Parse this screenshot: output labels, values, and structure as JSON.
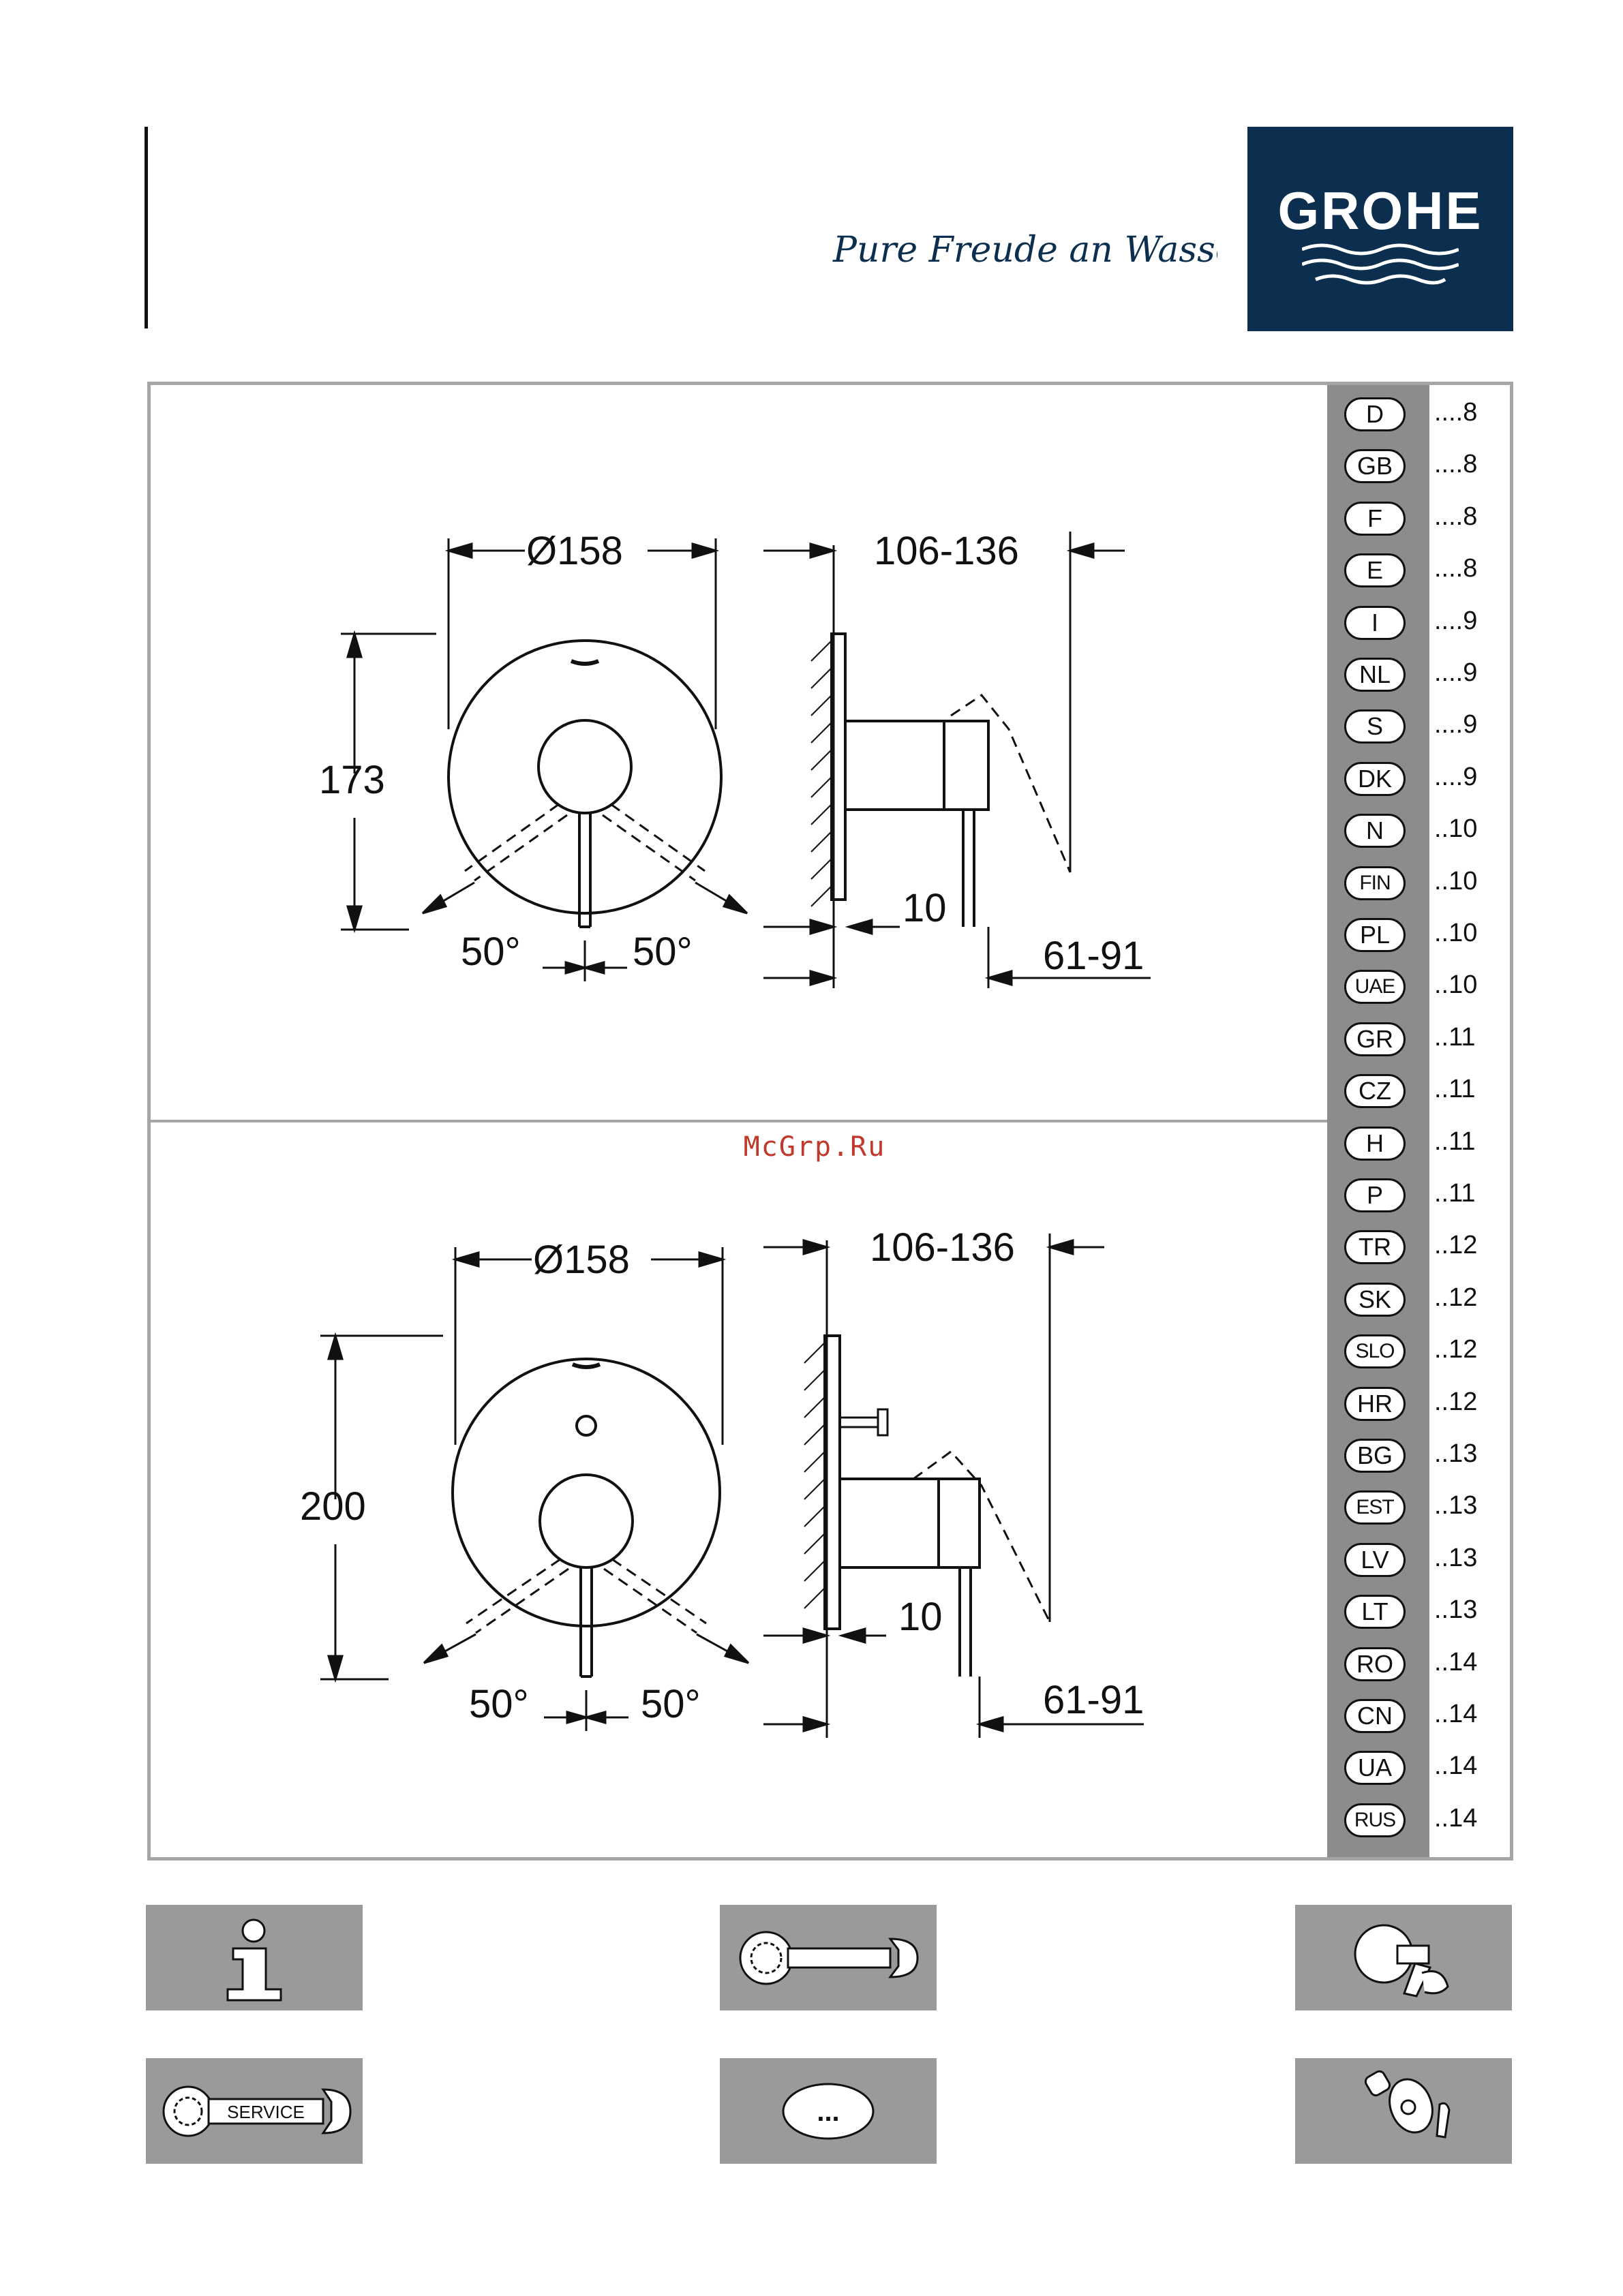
{
  "header": {
    "slogan": "Pure Freude an Wasser",
    "brand": "GROHE"
  },
  "drawing_top": {
    "diameter": "Ø158",
    "height": "173",
    "depth": "106-136",
    "offset": "10",
    "projection": "61-91",
    "angle_left": "50°",
    "angle_right": "50°"
  },
  "drawing_bottom": {
    "diameter": "Ø158",
    "height": "200",
    "depth": "106-136",
    "offset": "10",
    "projection": "61-91",
    "angle_left": "50°",
    "angle_right": "50°"
  },
  "watermark": "McGrp.Ru",
  "languages": [
    {
      "code": "D",
      "page": "....8"
    },
    {
      "code": "GB",
      "page": "....8"
    },
    {
      "code": "F",
      "page": "....8"
    },
    {
      "code": "E",
      "page": "....8"
    },
    {
      "code": "I",
      "page": "....9"
    },
    {
      "code": "NL",
      "page": "....9"
    },
    {
      "code": "S",
      "page": "....9"
    },
    {
      "code": "DK",
      "page": "....9"
    },
    {
      "code": "N",
      "page": "..10"
    },
    {
      "code": "FIN",
      "page": "..10"
    },
    {
      "code": "PL",
      "page": "..10"
    },
    {
      "code": "UAE",
      "page": "..10"
    },
    {
      "code": "GR",
      "page": "..11"
    },
    {
      "code": "CZ",
      "page": "..11"
    },
    {
      "code": "H",
      "page": "..11"
    },
    {
      "code": "P",
      "page": "..11"
    },
    {
      "code": "TR",
      "page": "..12"
    },
    {
      "code": "SK",
      "page": "..12"
    },
    {
      "code": "SLO",
      "page": "..12"
    },
    {
      "code": "HR",
      "page": "..12"
    },
    {
      "code": "BG",
      "page": "..13"
    },
    {
      "code": "EST",
      "page": "..13"
    },
    {
      "code": "LV",
      "page": "..13"
    },
    {
      "code": "LT",
      "page": "..13"
    },
    {
      "code": "RO",
      "page": "..14"
    },
    {
      "code": "CN",
      "page": "..14"
    },
    {
      "code": "UA",
      "page": "..14"
    },
    {
      "code": "RUS",
      "page": "..14"
    }
  ],
  "tiles": {
    "service_label": "SERVICE",
    "more_label": "..."
  }
}
